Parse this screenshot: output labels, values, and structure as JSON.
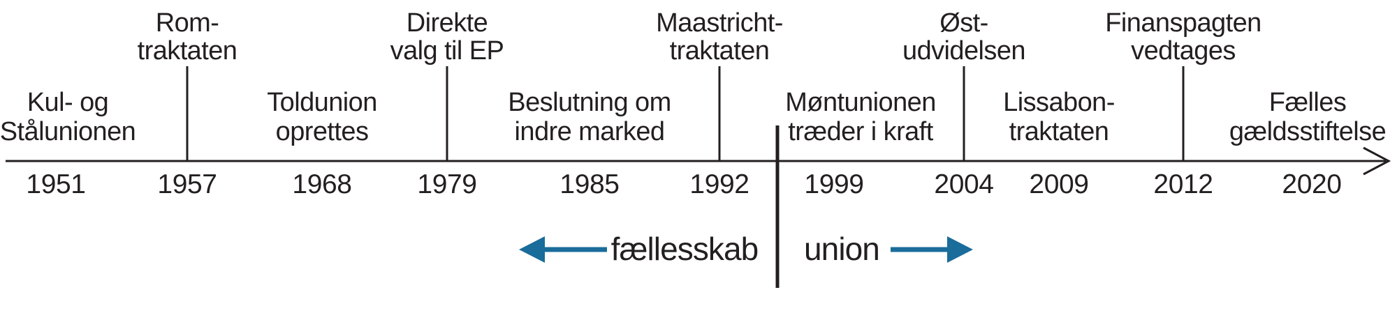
{
  "colors": {
    "ink": "#231f20",
    "arrow_blue": "#1a6c9a",
    "background": "#ffffff"
  },
  "diagram": {
    "kind": "timeline",
    "events": [
      {
        "year": "1951",
        "x_pct": 4.0,
        "label_x_pct": 4.85,
        "row": "bottom",
        "tick": false,
        "label_lines": [
          "Kul- og",
          "Stålunionen"
        ]
      },
      {
        "year": "1957",
        "x_pct": 13.4,
        "row": "top",
        "tick": true,
        "label_lines": [
          "Rom-",
          "traktaten"
        ]
      },
      {
        "year": "1968",
        "x_pct": 23.05,
        "row": "bottom",
        "tick": false,
        "label_lines": [
          "Toldunion",
          "oprettes"
        ]
      },
      {
        "year": "1979",
        "x_pct": 32.0,
        "row": "top",
        "tick": true,
        "label_lines": [
          "Direkte",
          "valg til EP"
        ]
      },
      {
        "year": "1985",
        "x_pct": 42.2,
        "row": "bottom",
        "tick": false,
        "label_lines": [
          "Beslutning om",
          "indre marked"
        ]
      },
      {
        "year": "1992",
        "x_pct": 51.5,
        "row": "top",
        "tick": true,
        "label_lines": [
          "Maastricht-",
          "traktaten"
        ]
      },
      {
        "year": "1999",
        "x_pct": 59.7,
        "label_x_pct": 61.6,
        "row": "bottom",
        "tick": false,
        "label_lines": [
          "Møntunionen",
          "træder i kraft"
        ]
      },
      {
        "year": "2004",
        "x_pct": 69.0,
        "row": "top",
        "tick": true,
        "label_lines": [
          "Øst-",
          "udvidelsen"
        ]
      },
      {
        "year": "2009",
        "x_pct": 75.8,
        "row": "bottom",
        "tick": false,
        "label_lines": [
          "Lissabon-",
          "traktaten"
        ]
      },
      {
        "year": "2012",
        "x_pct": 84.7,
        "row": "top",
        "tick": true,
        "label_lines": [
          "Finanspagten",
          "vedtages"
        ]
      },
      {
        "year": "2020",
        "x_pct": 93.9,
        "label_x_pct": 93.6,
        "row": "bottom",
        "tick": false,
        "label_lines": [
          "Fælles",
          "gældsstiftelse"
        ]
      }
    ],
    "divider": {
      "x_pct": 55.65,
      "between_years": [
        "1992",
        "1999"
      ]
    },
    "legend": {
      "left_label": "fællesskab",
      "right_label": "union",
      "left_label_x_pct": 49.0,
      "right_label_x_pct": 60.25
    }
  }
}
